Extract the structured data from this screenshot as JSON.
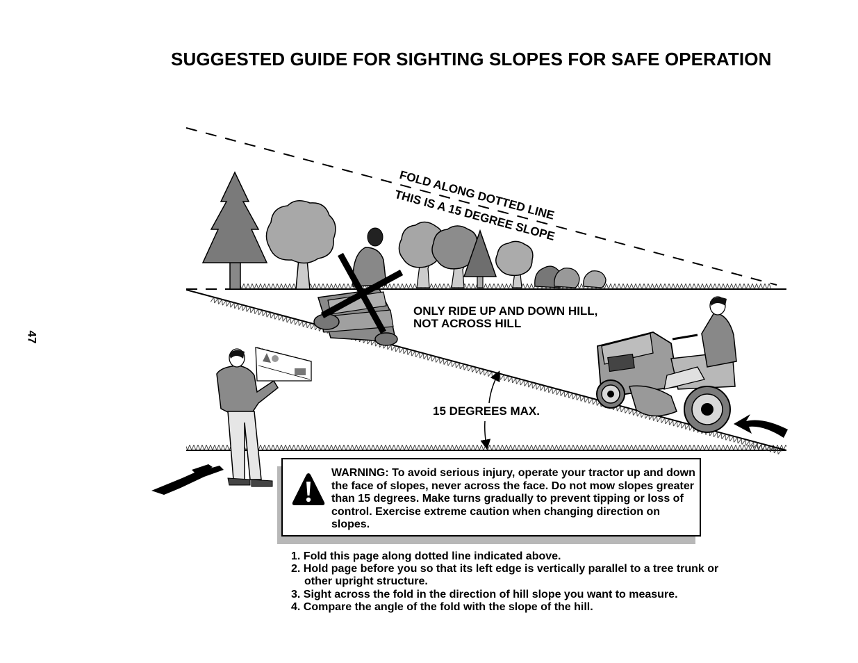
{
  "page": {
    "title": "SUGGESTED GUIDE FOR SIGHTING SLOPES FOR SAFE OPERATION",
    "page_number": "47"
  },
  "diagram": {
    "fold_line_label": "FOLD ALONG DOTTED LINE",
    "slope_label": "THIS IS A 15 DEGREE SLOPE",
    "ride_instruction_line1": "ONLY RIDE UP AND DOWN HILL,",
    "ride_instruction_line2": "NOT ACROSS HILL",
    "max_angle_label": "15 DEGREES MAX."
  },
  "warning": {
    "icon": "warning-triangle-icon",
    "text": "WARNING: To avoid serious injury, operate your tractor up and down the face of slopes, never across the face. Do not mow slopes greater than 15 degrees. Make turns gradually to prevent tipping or loss of control. Exercise extreme caution when changing direction on slopes."
  },
  "instructions": [
    "1. Fold this page along dotted line indicated above.",
    "2. Hold page before you so that its left edge is vertically parallel to a tree trunk or other upright structure.",
    "3. Sight across the fold in the direction of hill slope you want to measure.",
    "4. Compare the angle of the fold with the slope of the hill."
  ]
}
